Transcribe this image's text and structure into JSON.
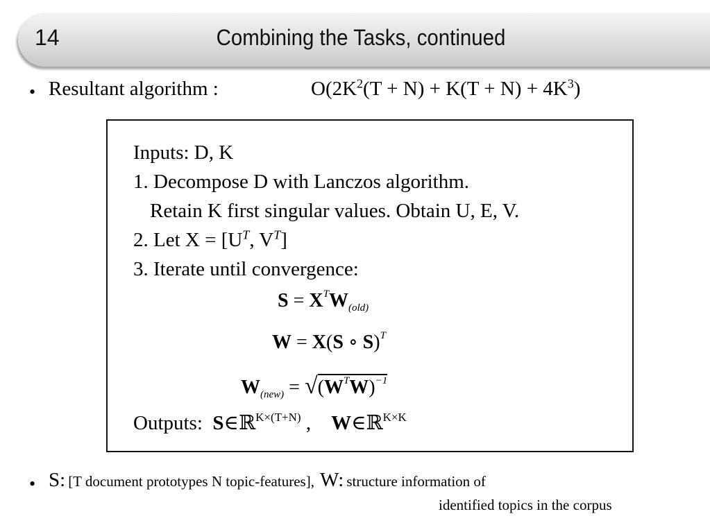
{
  "slide": {
    "number": "14",
    "title": "Combining the Tasks, continued"
  },
  "resultant": {
    "label": "Resultant algorithm :",
    "complexity_a": "O(2K",
    "complexity_sup1": "2",
    "complexity_b": "(T + N) + K(T + N) + 4K",
    "complexity_sup2": "3",
    "complexity_c": ")"
  },
  "algorithm": {
    "inputs": "Inputs: D, K",
    "step1": "1. Decompose D with Lanczos algorithm.",
    "step1_cont": "Retain K first singular values. Obtain U, E, V.",
    "step2_a": "2. Let X = [U",
    "step2_sup1": "T",
    "step2_b": ", V",
    "step2_sup2": "T",
    "step2_c": "]",
    "step3": "3. Iterate until convergence:",
    "outputs_label": "Outputs:",
    "outputs_s_dim": "K×(T+N)",
    "outputs_sep": ",",
    "outputs_w_dim": "K×K"
  },
  "bottom": {
    "s_label": "S:",
    "s_desc": "[T document prototypes N topic-features],",
    "w_label": "W:",
    "w_desc_1": "structure information of",
    "w_desc_2": "identified topics in the corpus"
  }
}
